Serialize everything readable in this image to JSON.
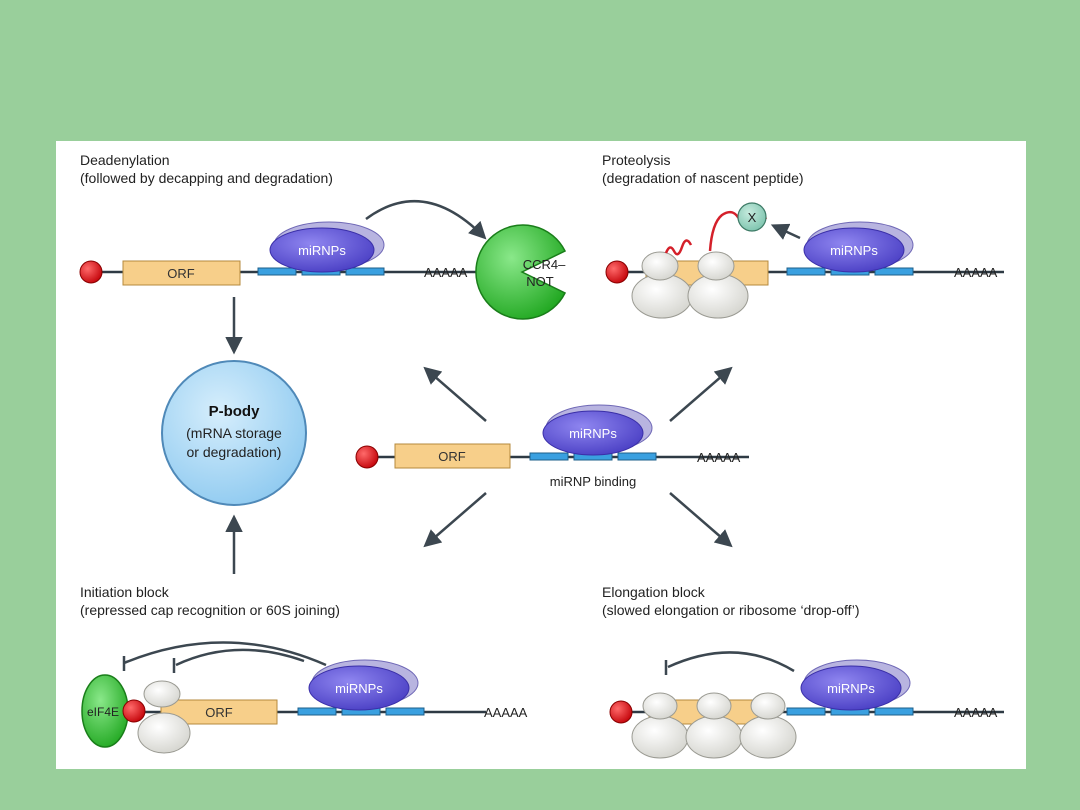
{
  "panels": {
    "deadenylation": {
      "title": "Deadenylation",
      "subtitle": "(followed by decapping and degradation)"
    },
    "proteolysis": {
      "title": "Proteolysis",
      "subtitle": "(degradation of nascent peptide)"
    },
    "initiation": {
      "title": "Initiation block",
      "subtitle": "(repressed cap recognition or 60S joining)"
    },
    "elongation": {
      "title": "Elongation block",
      "subtitle": "(slowed elongation or ribosome ‘drop-off’)"
    },
    "center": {
      "caption": "miRNP binding"
    }
  },
  "pbody": {
    "title": "P-body",
    "line1": "(mRNA storage",
    "line2": "or degradation)"
  },
  "labels": {
    "orf": "ORF",
    "mirnps": "miRNPs",
    "polya": "AAAAA",
    "ccr4": "CCR4–",
    "not": "NOT",
    "x": "X",
    "eif4e": "eIF4E"
  },
  "colors": {
    "background": "#99cf9b",
    "panel": "#ffffff",
    "cap": "#e0151b",
    "orf": "#f7cf8a",
    "mirnp": "#5a4fd3",
    "binding_site": "#3aa0e0",
    "pbody": "#a9d8f5",
    "ccr4_not": "#3bc43b",
    "peptide": "#d4202a"
  }
}
